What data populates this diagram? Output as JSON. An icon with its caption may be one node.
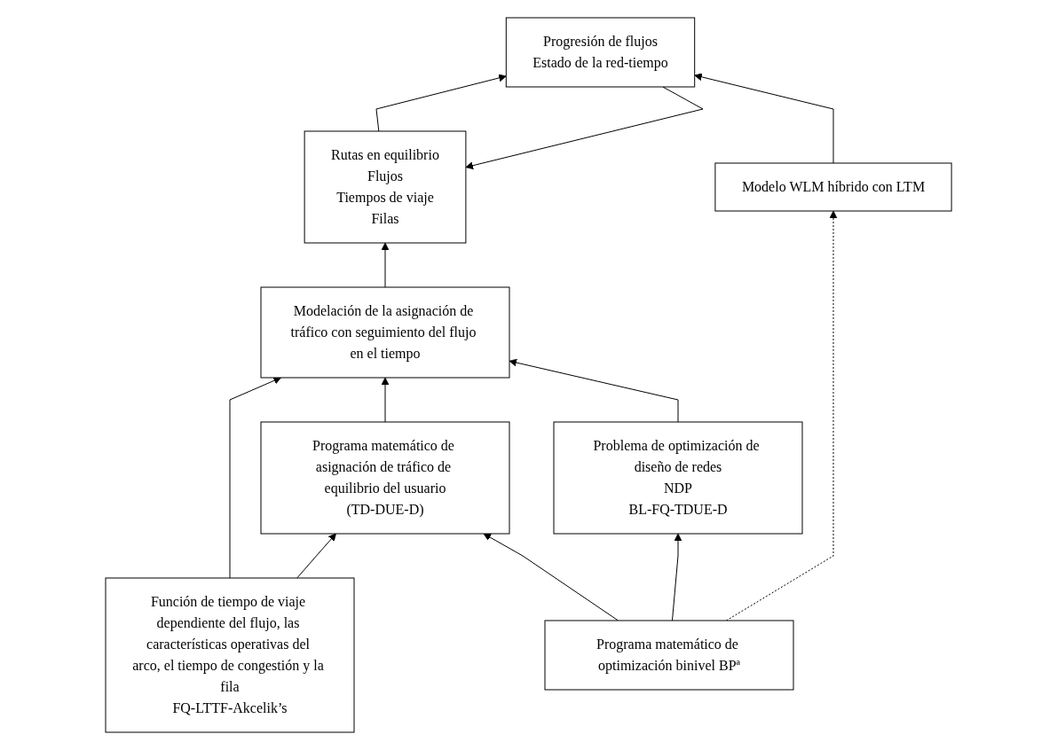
{
  "diagram": {
    "nodes": [
      {
        "text": [
          "Modelación de la asignación de tráfico con seguimiento del flujo en el tiempo"
        ]
      },
      {
        "text": [
          "Rutas en equilibrio",
          "Flujos",
          "Tiempos de viaje",
          "Filas"
        ]
      },
      {
        "text": [
          "Progresión de flujos",
          "Estado de la red-tiempo"
        ]
      },
      {
        "text": [
          "Función de tiempo de viaje dependiente del flujo, las características operativas del arco, el tiempo de congestión y la fila",
          "FQ-LTTF-Akcelik’s"
        ]
      },
      {
        "text": [
          "Programa matemático de asignación de tráfico de equilibrio del usuario",
          "(TD-DUE-D)"
        ]
      },
      {
        "text": [
          "Problema de optimización de diseño de redes",
          "NDP",
          "BL-FQ-TDUE-D"
        ]
      },
      {
        "text": [
          "Modelo WLM híbrido con LTM"
        ]
      },
      {
        "text": [
          "Programa matemático de optimización binivel BPª"
        ]
      }
    ],
    "edges": [
      {
        "from": 3,
        "to": 0,
        "arrow": "to"
      },
      {
        "from": 0,
        "to": 1,
        "arrow": "to"
      },
      {
        "from": 1,
        "to": 2,
        "arrow": "to"
      },
      {
        "from": 6,
        "to": 2,
        "arrow": "to"
      },
      {
        "from": 2,
        "to": 1,
        "arrow": "to"
      },
      {
        "from": 4,
        "to": 0,
        "arrow": "to"
      },
      {
        "from": 5,
        "to": 0,
        "arrow": "to"
      },
      {
        "from": 3,
        "to": 4,
        "arrow": "to"
      },
      {
        "from": 7,
        "to": 4,
        "arrow": "to"
      },
      {
        "from": 7,
        "to": 5,
        "arrow": "to"
      },
      {
        "from": 7,
        "to": 6,
        "arrow": "to",
        "style": "dashed"
      }
    ]
  }
}
